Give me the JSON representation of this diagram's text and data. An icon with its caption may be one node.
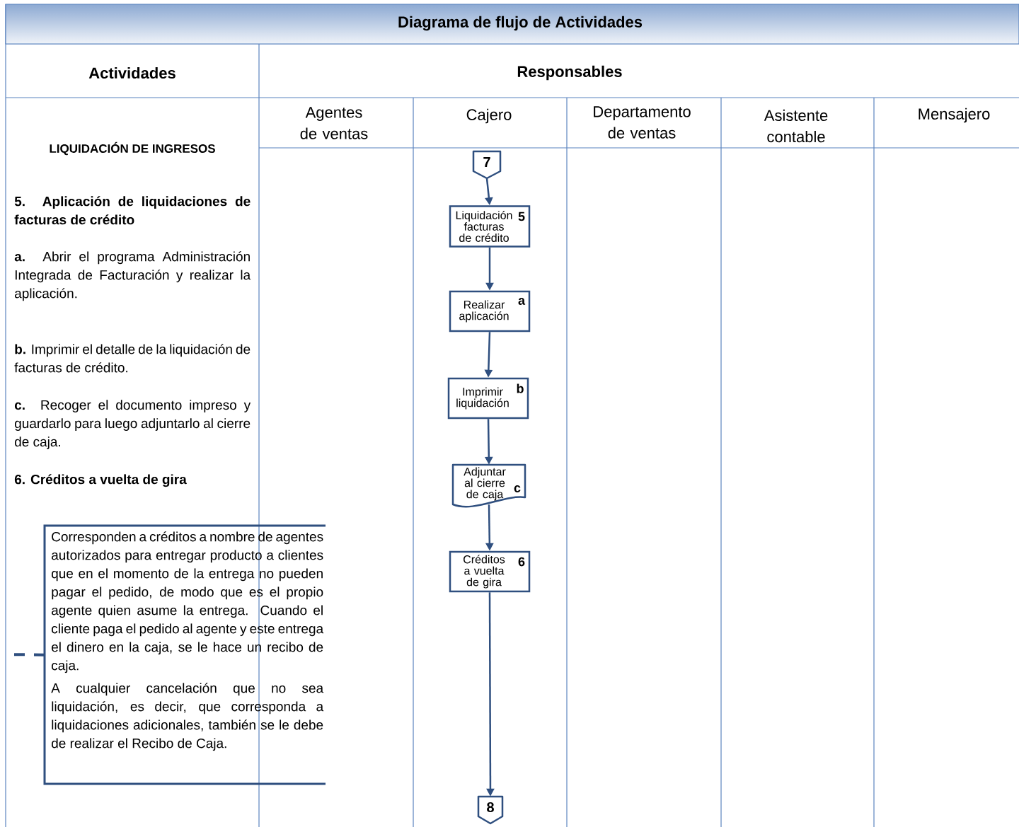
{
  "diagram": {
    "title": "Diagrama de flujo de Actividades",
    "nodes": [
      {
        "text": [
          "7"
        ]
      },
      {
        "text": [
          "Liquidación facturas de crédito",
          "5"
        ]
      },
      {
        "text": [
          "Realizar aplicación",
          "a"
        ]
      },
      {
        "text": [
          "Imprimir liquidación",
          "b"
        ]
      },
      {
        "text": [
          "Adjuntar al cierre de caja",
          "c"
        ]
      },
      {
        "text": [
          "Créditos a vuelta de gira",
          "6"
        ]
      },
      {
        "text": [
          "8"
        ]
      },
      {
        "text": [
          "Corresponden a créditos a nombre de agentes autorizados para entregar producto a clientes que en el momento de la entrega no pueden pagar el pedido, de modo que es el propio agente quien asume la entrega. Cuando el cliente paga el pedido al agente y este entrega el dinero en la caja, se le hace un recibo de caja.",
          "A cualquier cancelación que no sea liquidación, es decir, que corresponda a liquidaciones adicionales, también se le debe de realizar  el Recibo de Caja."
        ]
      }
    ],
    "edges": [
      {
        "from": 0,
        "to": 1,
        "arrow": "to"
      },
      {
        "from": 1,
        "to": 2,
        "arrow": "to"
      },
      {
        "from": 2,
        "to": 3,
        "arrow": "to"
      },
      {
        "from": 3,
        "to": 4,
        "arrow": "to"
      },
      {
        "from": 4,
        "to": 5,
        "arrow": "to"
      },
      {
        "from": 5,
        "to": 6,
        "arrow": "to"
      },
      {
        "from": 7,
        "to": null,
        "arrow": "none",
        "style": "dashed"
      }
    ],
    "labels": [
      "Actividades",
      "Responsables",
      "Agentes de ventas",
      "Cajero",
      "Departamento de ventas",
      "Asistente contable",
      "Mensajero",
      "LIQUIDACIÓN DE INGRESOS",
      "5. Aplicación de liquidaciones de facturas de crédito",
      "**a.** Abrir el programa Administración Integrada de Facturación y realizar la aplicación.",
      "**b.** Imprimir el detalle de la liquidación de facturas de crédito.",
      "**c.** Recoger el documento impreso y guardarlo para luego adjuntarlo al cierre de caja.",
      "6. Créditos a vuelta de gira"
    ]
  }
}
